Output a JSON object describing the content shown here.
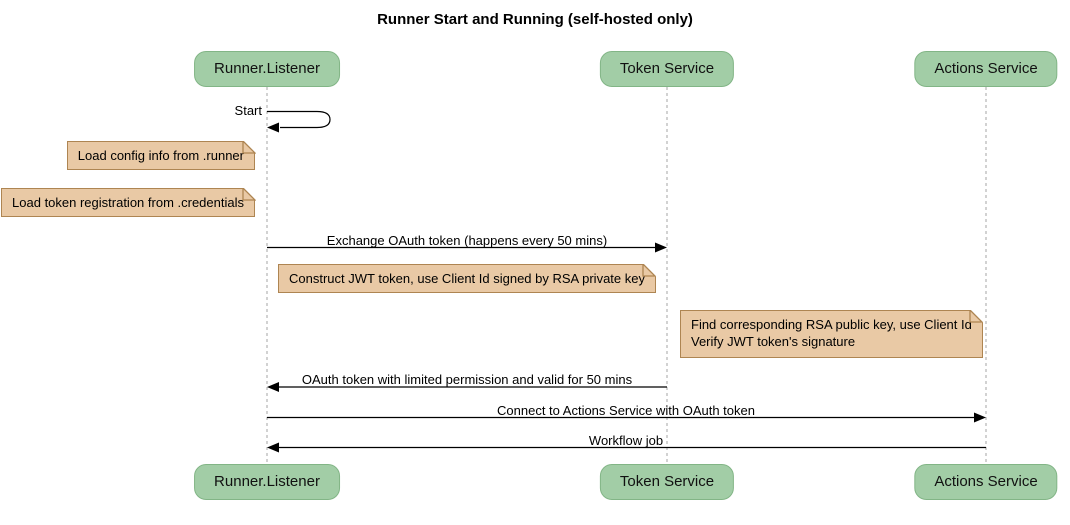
{
  "title": "Runner Start and Running (self-hosted only)",
  "colors": {
    "actor_fill": "#A2CDA6",
    "actor_border": "#82B586",
    "note_fill": "#E9C9A5",
    "note_border": "#AE8552",
    "lifeline": "#A5A5A5",
    "arrow": "#000000",
    "background": "#FFFFFF"
  },
  "actors": [
    {
      "name": "Runner.Listener"
    },
    {
      "name": "Token Service"
    },
    {
      "name": "Actions Service"
    }
  ],
  "messages": [
    {
      "label": "Start",
      "from": "Runner.Listener",
      "to": "Runner.Listener",
      "type": "self"
    },
    {
      "label": "Exchange OAuth token (happens every 50 mins)",
      "from": "Runner.Listener",
      "to": "Token Service",
      "type": "solid"
    },
    {
      "label": "OAuth token with limited permission and valid for 50 mins",
      "from": "Token Service",
      "to": "Runner.Listener",
      "type": "solid"
    },
    {
      "label": "Connect to Actions Service with OAuth token",
      "from": "Runner.Listener",
      "to": "Actions Service",
      "type": "solid"
    },
    {
      "label": "Workflow job",
      "from": "Actions Service",
      "to": "Runner.Listener",
      "type": "solid"
    }
  ],
  "notes": [
    {
      "text": "Load config info from .runner",
      "anchor": "left of Runner.Listener"
    },
    {
      "text": "Load token registration from .credentials",
      "anchor": "left of Runner.Listener"
    },
    {
      "text": "Construct JWT token, use Client Id signed by RSA private key",
      "anchor": "between Runner.Listener and Token Service"
    },
    {
      "text": "Find corresponding RSA public key, use Client Id",
      "text2": "Verify JWT token's signature",
      "anchor": "between Token Service and Actions Service"
    }
  ]
}
